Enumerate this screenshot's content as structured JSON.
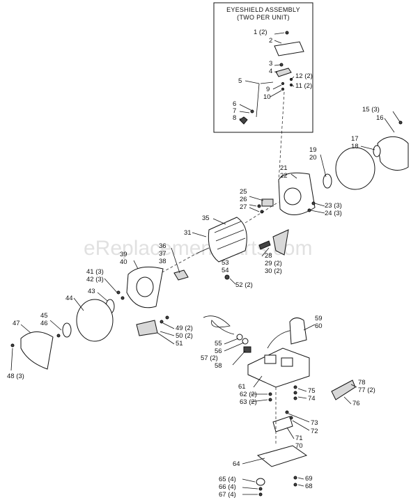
{
  "title_line1": "EYESHIELD ASSEMBLY",
  "title_line2": "(TWO PER UNIT)",
  "watermark": "eReplacementParts.com",
  "labels": [
    "1 (2)",
    "2",
    "3",
    "4",
    "5",
    "9",
    "10",
    "12 (2)",
    "11 (2)",
    "6",
    "7",
    "8",
    "15 (3)",
    "16",
    "17",
    "18",
    "19",
    "20",
    "21",
    "22",
    "25",
    "26",
    "27",
    "23 (3)",
    "24 (3)",
    "35",
    "31",
    "36",
    "37",
    "38",
    "39",
    "40",
    "28",
    "29 (2)",
    "30 (2)",
    "53",
    "54",
    "52 (2)",
    "41 (3)",
    "42 (3)",
    "43",
    "44",
    "45",
    "46",
    "47",
    "48 (3)",
    "49 (2)",
    "50 (2)",
    "51",
    "55",
    "56",
    "57 (2)",
    "58",
    "59",
    "60",
    "61",
    "62 (2)",
    "63 (2)",
    "75",
    "74",
    "78",
    "77 (2)",
    "76",
    "73",
    "72",
    "71",
    "70",
    "64",
    "65 (4)",
    "66 (4)",
    "67 (4)",
    "69",
    "68"
  ]
}
